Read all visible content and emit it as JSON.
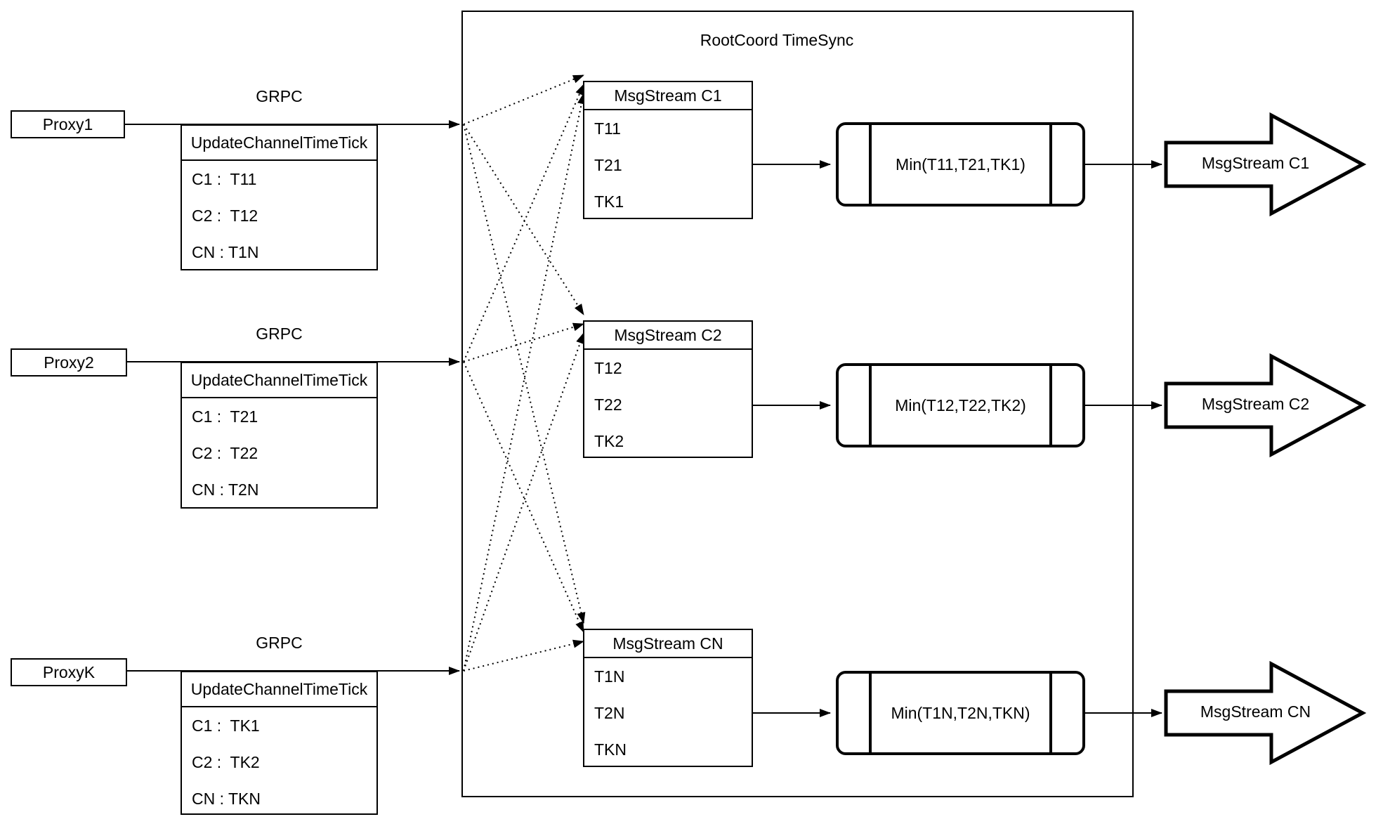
{
  "colors": {
    "ink": "#000000",
    "paper": "#ffffff"
  },
  "diagram": {
    "container_title": "RootCoord TimeSync",
    "proxies": [
      {
        "label": "Proxy1",
        "grpc_label": "GRPC",
        "table": {
          "header": "UpdateChannelTimeTick",
          "rows": [
            "C1 :  T11",
            "C2 :  T12",
            "CN : T1N"
          ]
        }
      },
      {
        "label": "Proxy2",
        "grpc_label": "GRPC",
        "table": {
          "header": "UpdateChannelTimeTick",
          "rows": [
            "C1 :  T21",
            "C2 :  T22",
            "CN : T2N"
          ]
        }
      },
      {
        "label": "ProxyK",
        "grpc_label": "GRPC",
        "table": {
          "header": "UpdateChannelTimeTick",
          "rows": [
            "C1 :  TK1",
            "C2 :  TK2",
            "CN : TKN"
          ]
        }
      }
    ],
    "streams": [
      {
        "table_header": "MsgStream C1",
        "rows": [
          "T11",
          "T21",
          "TK1"
        ],
        "min_label": "Min(T11,T21,TK1)",
        "output_label": "MsgStream C1"
      },
      {
        "table_header": "MsgStream C2",
        "rows": [
          "T12",
          "T22",
          "TK2"
        ],
        "min_label": "Min(T12,T22,TK2)",
        "output_label": "MsgStream C2"
      },
      {
        "table_header": "MsgStream CN",
        "rows": [
          "T1N",
          "T2N",
          "TKN"
        ],
        "min_label": "Min(T1N,T2N,TKN)",
        "output_label": "MsgStream CN"
      }
    ]
  }
}
